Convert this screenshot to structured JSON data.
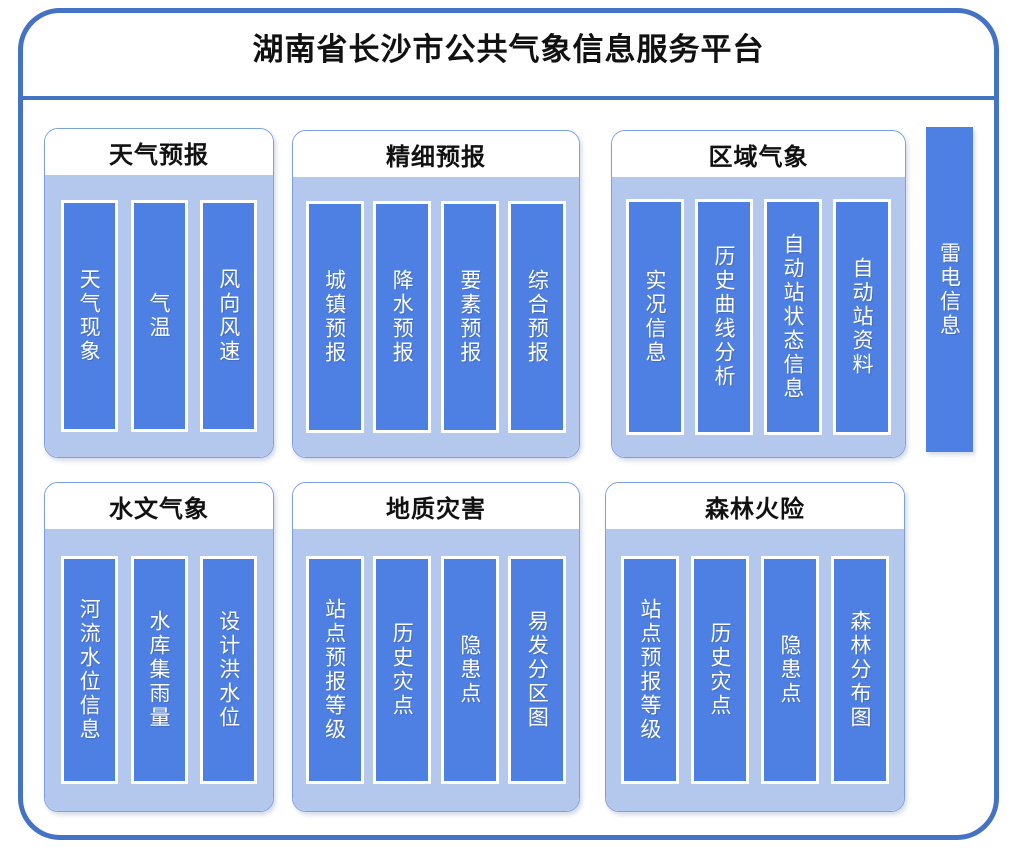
{
  "header": {
    "title": "湖南省长沙市公共气象信息服务平台"
  },
  "side_module": {
    "label": "雷电信息"
  },
  "colors": {
    "frame": "#4472c4",
    "panel_body": "#b4c7ec",
    "item": "#4e80e4",
    "item_border": "#ffffff",
    "title_text": "#111111",
    "item_text": "#ffffff"
  },
  "panels": [
    {
      "title": "天气预报",
      "items": [
        {
          "label": "天气现象"
        },
        {
          "label": "气温"
        },
        {
          "label": "风向风速"
        }
      ]
    },
    {
      "title": "精细预报",
      "items": [
        {
          "label": "城镇预报"
        },
        {
          "label": "降水预报"
        },
        {
          "label": "要素预报"
        },
        {
          "label": "综合预报"
        }
      ]
    },
    {
      "title": "区域气象",
      "items": [
        {
          "label": "实况信息"
        },
        {
          "label": "历史曲线分析"
        },
        {
          "label": "自动站状态信息"
        },
        {
          "label": "自动站资料"
        }
      ]
    },
    {
      "title": "水文气象",
      "items": [
        {
          "label": "河流水位信息"
        },
        {
          "label": "水库集雨量"
        },
        {
          "label": "设计洪水位"
        }
      ]
    },
    {
      "title": "地质灾害",
      "items": [
        {
          "label": "站点预报等级"
        },
        {
          "label": "历史灾点"
        },
        {
          "label": "隐患点"
        },
        {
          "label": "易发分区图"
        }
      ]
    },
    {
      "title": "森林火险",
      "items": [
        {
          "label": "站点预报等级"
        },
        {
          "label": "历史灾点"
        },
        {
          "label": "隐患点"
        },
        {
          "label": "森林分布图"
        }
      ]
    }
  ]
}
